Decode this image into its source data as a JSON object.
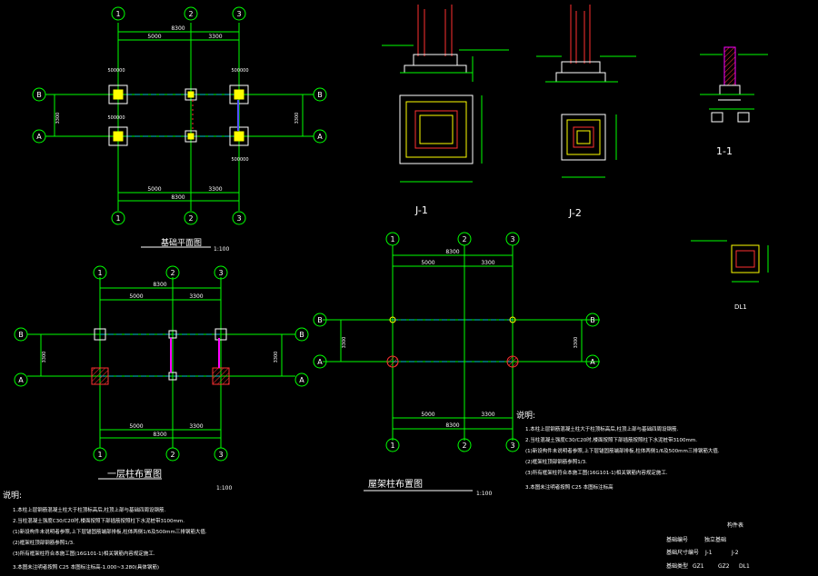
{
  "colors": {
    "background": "#000000",
    "axis_line": "#00c8c8",
    "grid_dim": "#00ff00",
    "bubble": "#00ff00",
    "text": "#ffffff",
    "title": "#ffff00",
    "column": "#ffff00",
    "rebar": "#ff3030",
    "hatch": "#ff00ff",
    "beam": "#5050ff"
  },
  "foundation_plan": {
    "axes_x": [
      "1",
      "2",
      "3"
    ],
    "axes_y": [
      "A",
      "B"
    ],
    "dim_top_total": "8300",
    "dim_top_1": "5000",
    "dim_top_2": "3300",
    "dim_bot_total": "8300",
    "dim_bot_1": "5000",
    "dim_bot_2": "3300",
    "side_dim": "3300",
    "elev_label": "500000",
    "title": "基础平面图",
    "scale": "1:100"
  },
  "detail_j1": {
    "label": "J-1"
  },
  "detail_j2": {
    "label": "J-2"
  },
  "section_11": {
    "label": "1-1"
  },
  "detail_dl": {
    "label": "DL1"
  },
  "floor1_plan": {
    "axes_x": [
      "1",
      "2",
      "3"
    ],
    "axes_y": [
      "A",
      "B"
    ],
    "dim_top_total": "8300",
    "dim_top_1": "5000",
    "dim_top_2": "3300",
    "dim_bot_total": "8300",
    "dim_bot_1": "5000",
    "dim_bot_2": "3300",
    "side_dim": "3300",
    "title": "一层柱布置图",
    "scale": "1:100"
  },
  "roof_plan": {
    "axes_x": [
      "1",
      "2",
      "3"
    ],
    "axes_y": [
      "A",
      "B"
    ],
    "dim_top_total": "8300",
    "dim_top_1": "5000",
    "dim_top_2": "3300",
    "dim_bot_total": "8300",
    "dim_bot_1": "5000",
    "dim_bot_2": "3300",
    "side_dim": "3300",
    "title": "屋架柱布置图",
    "scale": "1:100"
  },
  "notes_left": {
    "heading": "说明:",
    "lines": [
      "1.本柱上层钢筋混凝土柱大于柱顶标高后,柱顶上部与基础四周设钢筋.",
      "2.当柱混凝土强度C30/C20时,楼面按照下部插筋按照柱下水泥桩带3100mm.",
      "(1)新设构件未说明者参照,上下层锚固筋端部排板,柱体两侧1/6及500mm三排钢筋大值.",
      "(2)框架柱顶部钢筋参照1/3.",
      "(3)所有框架柱符合本施工图(16G101-1)相关钢筋内容规定施工.",
      "3.本图未注明者按照 C25 本图标注标高-1.000~3.280(具体钢筋)"
    ]
  },
  "notes_right": {
    "heading": "说明:",
    "lines": [
      "1.本柱上层钢筋混凝土柱大于柱顶标高后,柱顶上部与基础四周设钢筋.",
      "2.当柱混凝土强度C30/C20时,楼面按照下部插筋按照柱下水泥桩带3100mm.",
      "(1)新设构件未说明者参照,上下层锚固筋端部排板,柱体两侧1/6及500mm三排钢筋大值.",
      "(2)框架柱顶部钢筋参照1/3.",
      "(3)所有框架柱符合本施工图(16G101-1)相关钢筋内容规定施工.",
      "3.本图未注明者按照 C25 本图标注标高"
    ]
  },
  "legend_table": {
    "title": "构件表",
    "row1": [
      "基础编号",
      "独立基础"
    ],
    "row2": [
      "基础尺寸编号",
      "J-1",
      "J-2"
    ],
    "row3": [
      "基础类型",
      "GZ1",
      "GZ2",
      "DL1"
    ]
  }
}
